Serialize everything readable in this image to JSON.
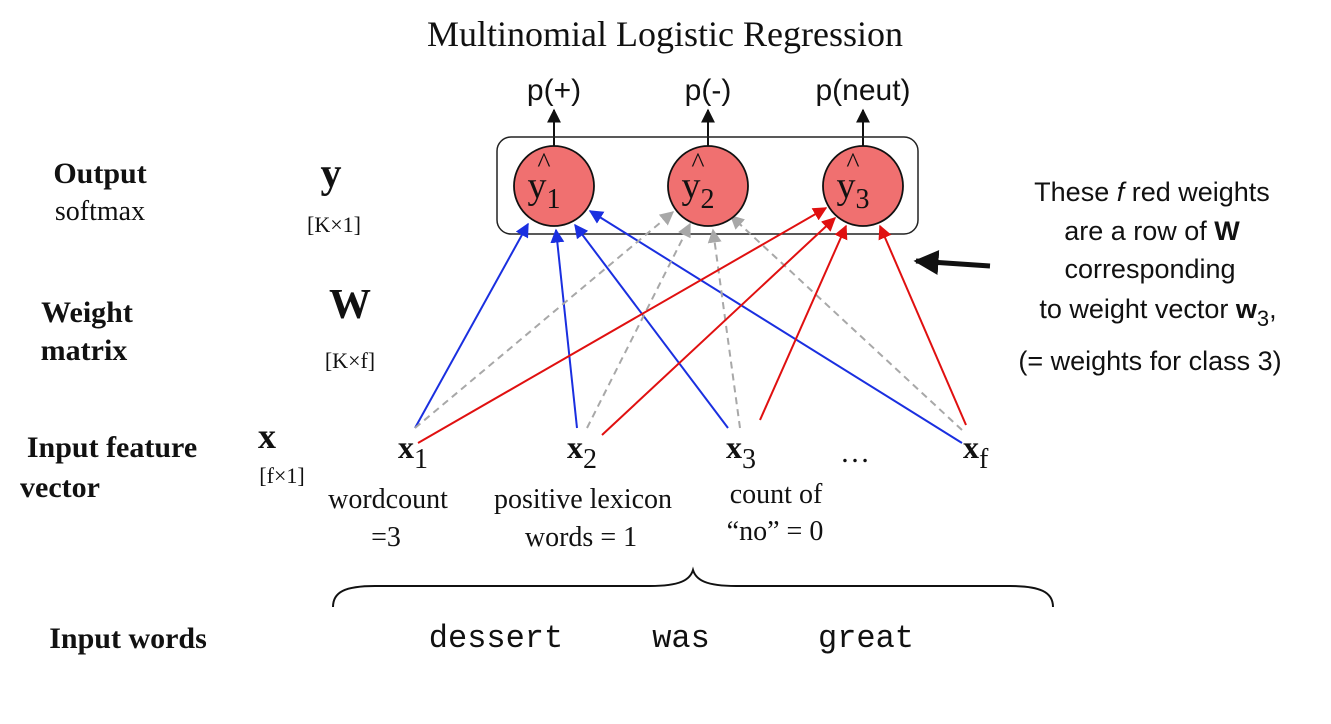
{
  "title": "Multinomial Logistic Regression",
  "rows": {
    "output": {
      "label": "Output",
      "sublabel": "softmax",
      "symbol": "y",
      "dims": "[K×1]"
    },
    "weight": {
      "label_line1": "Weight",
      "label_line2": "matrix",
      "symbol": "W",
      "dims": "[K×f]"
    },
    "input": {
      "label_line1": "Input feature",
      "label_line2": "vector",
      "symbol": "x",
      "dims": "[f×1]"
    },
    "words": {
      "label": "Input words"
    }
  },
  "outputs": [
    {
      "prob": "p(+)",
      "hat": "^",
      "var": "y",
      "sub": "1"
    },
    {
      "prob": "p(-)",
      "hat": "^",
      "var": "y",
      "sub": "2"
    },
    {
      "prob": "p(neut)",
      "hat": "^",
      "var": "y",
      "sub": "3"
    }
  ],
  "features": [
    {
      "var": "x",
      "sub": "1",
      "desc_line1": "wordcount",
      "desc_line2": "=3"
    },
    {
      "var": "x",
      "sub": "2",
      "desc_line1": "positive lexicon",
      "desc_line2": "words = 1"
    },
    {
      "var": "x",
      "sub": "3",
      "desc_line1": "count of",
      "desc_line2": "“no” = 0"
    },
    {
      "var": "x",
      "sub": "f",
      "desc_line1": "",
      "desc_line2": ""
    }
  ],
  "ellipsis": "…",
  "input_words": [
    "dessert",
    "was",
    "great"
  ],
  "annotation": {
    "line1_pre": "These ",
    "line1_italic": "f",
    "line1_post": " red weights",
    "line2_pre": "are a row of ",
    "line2_bold": "W",
    "line3": "corresponding",
    "line4_pre": "to weight vector ",
    "line4_bold": "w",
    "line4_sub": "3",
    "line4_post": ",",
    "line5": "(= weights for class 3)"
  },
  "colors": {
    "node_fill": "#f07070",
    "class1_arrows": "#1a2fe0",
    "class2_arrows": "#a8a8a8",
    "class3_arrows": "#e01010",
    "text": "#111111"
  }
}
